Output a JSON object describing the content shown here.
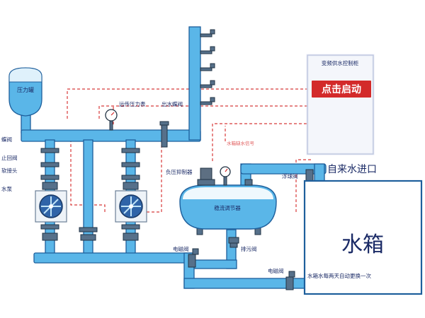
{
  "diagram": {
    "control_cabinet": {
      "title": "变频供水控制柜",
      "start_button": "点击启动"
    },
    "pressure_tank": {
      "label": "压力罐"
    },
    "left_labels": {
      "butterfly_valve": "蝶阀",
      "check_valve": "止回阀",
      "soft_joint": "软接头",
      "pump": "水泵"
    },
    "top_labels": {
      "remote_gauge": "远传压力表",
      "outlet_valve": "出水蝶阀"
    },
    "mid_labels": {
      "vacuum_suppressor": "负压抑制器",
      "stabilizer": "稳流调节器",
      "water_shortage_signal": "水箱缺水信号"
    },
    "bottom_labels": {
      "solenoid_valve_1": "电磁阀",
      "drain_valve": "排污阀",
      "solenoid_valve_2": "电磁阀",
      "auto_replace_note": "水箱水每两天自动更换一次"
    },
    "right_labels": {
      "float_valve": "浮球阀",
      "tap_inlet": "自来水进口",
      "water_tank": "水箱"
    }
  }
}
